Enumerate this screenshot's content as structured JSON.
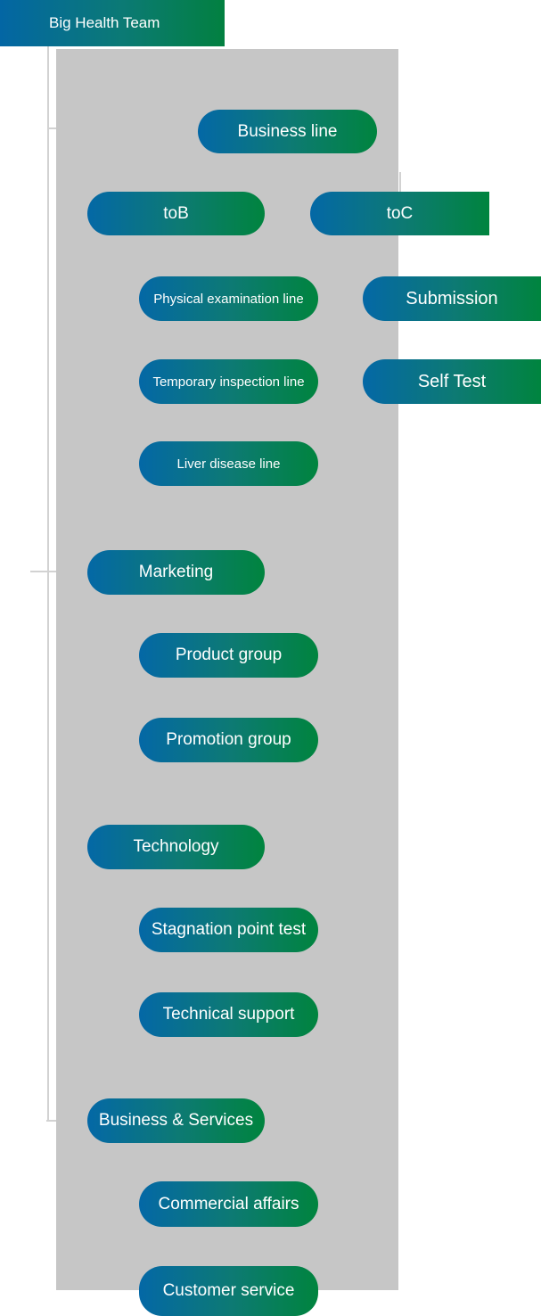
{
  "root": {
    "label": "Big Health Team"
  },
  "colors": {
    "gradient_blue": "#0468a6",
    "gradient_teal_mid": "#0d7a73",
    "gradient_green": "#00843e",
    "panel_gray": "#c6c6c6",
    "connector_gray": "#d2d2d2",
    "text_white": "#ffffff"
  },
  "nodes": {
    "business_line": {
      "label": "Business line"
    },
    "tob": {
      "label": "toB"
    },
    "toc": {
      "label": "toC"
    },
    "physical_examination": {
      "label": "Physical examination line"
    },
    "submission": {
      "label": "Submission"
    },
    "temporary_inspection": {
      "label": "Temporary inspection line"
    },
    "self_test": {
      "label": "Self Test"
    },
    "liver_disease": {
      "label": "Liver disease line"
    },
    "marketing": {
      "label": "Marketing"
    },
    "product_group": {
      "label": "Product group"
    },
    "promotion_group": {
      "label": "Promotion group"
    },
    "technology": {
      "label": "Technology"
    },
    "stagnation_point_test": {
      "label": "Stagnation point test"
    },
    "technical_support": {
      "label": "Technical support"
    },
    "business_services": {
      "label": "Business & Services"
    },
    "commercial_affairs": {
      "label": "Commercial affairs"
    },
    "customer_service": {
      "label": "Customer service"
    }
  }
}
